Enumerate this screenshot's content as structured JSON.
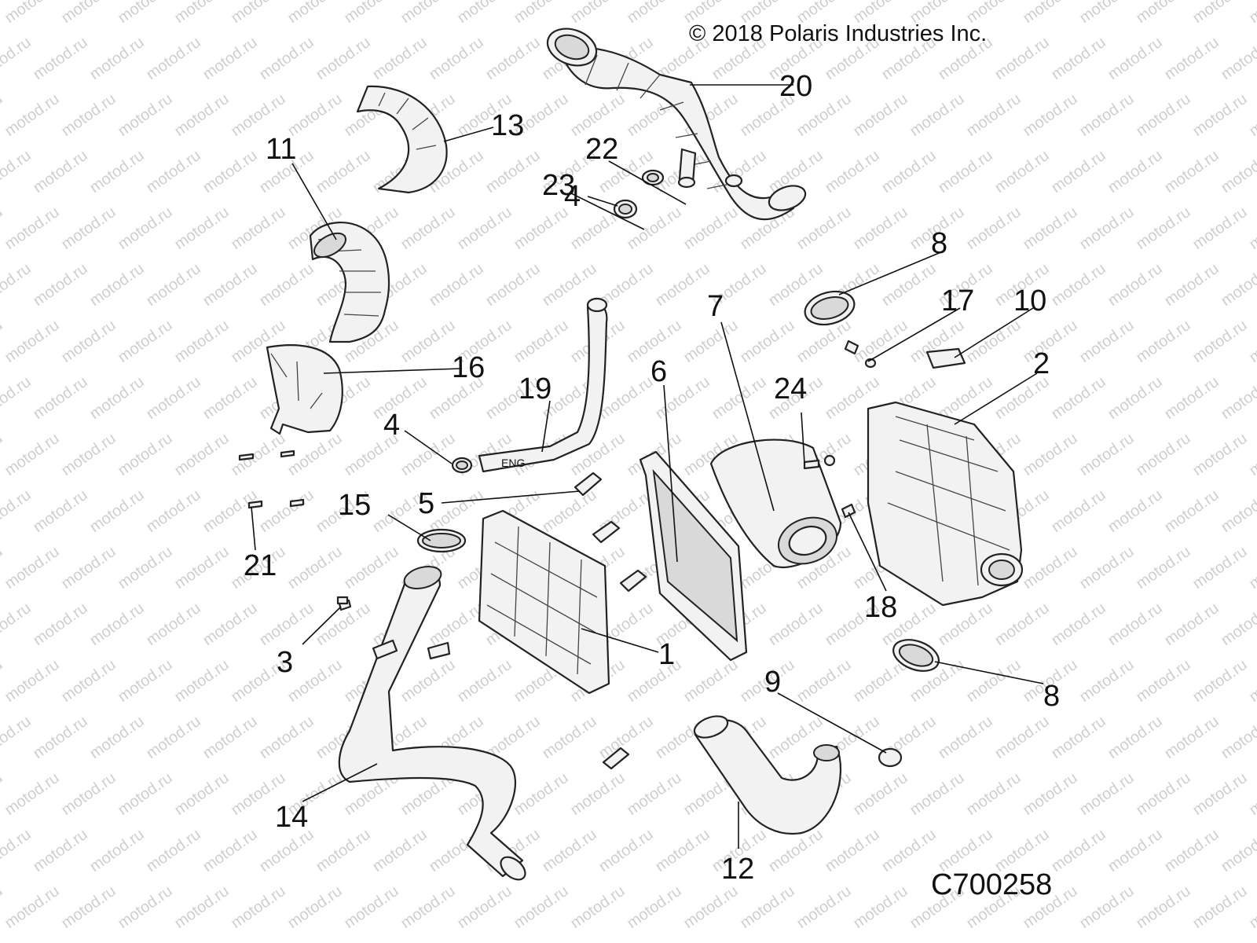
{
  "copyright": "© 2018 Polaris Industries Inc.",
  "diagram_code": "C700258",
  "watermark": "motod.ru",
  "hose_marking": "ENG",
  "callouts": {
    "c1": "1",
    "c2": "2",
    "c3": "3",
    "c4a": "4",
    "c4b": "4",
    "c5": "5",
    "c6": "6",
    "c7": "7",
    "c8a": "8",
    "c8b": "8",
    "c9": "9",
    "c10": "10",
    "c11": "11",
    "c12": "12",
    "c13": "13",
    "c14": "14",
    "c15": "15",
    "c16": "16",
    "c17": "17",
    "c18": "18",
    "c19": "19",
    "c20": "20",
    "c21": "21",
    "c22": "22",
    "c23": "23",
    "c24": "24"
  }
}
